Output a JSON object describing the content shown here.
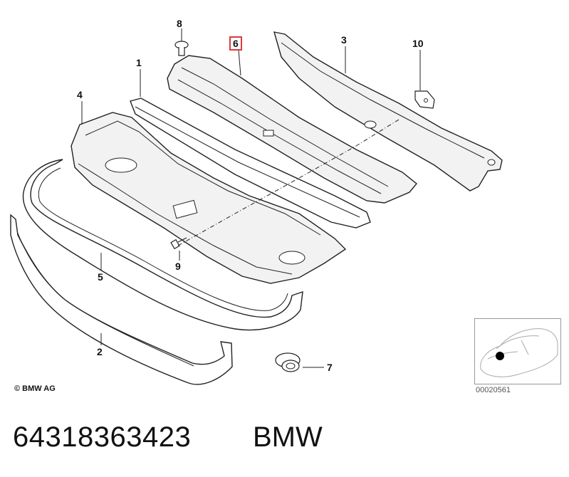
{
  "callouts": {
    "c1": "1",
    "c2": "2",
    "c3": "3",
    "c4": "4",
    "c5": "5",
    "c6": "6",
    "c7": "7",
    "c8": "8",
    "c9": "9",
    "c10": "10"
  },
  "copyright": "© BMW AG",
  "diagram_id": "00020561",
  "part_number": "64318363423",
  "brand": "BMW",
  "colors": {
    "highlight": "#e0383e",
    "line": "#222222",
    "fill": "#f2f2f2"
  }
}
